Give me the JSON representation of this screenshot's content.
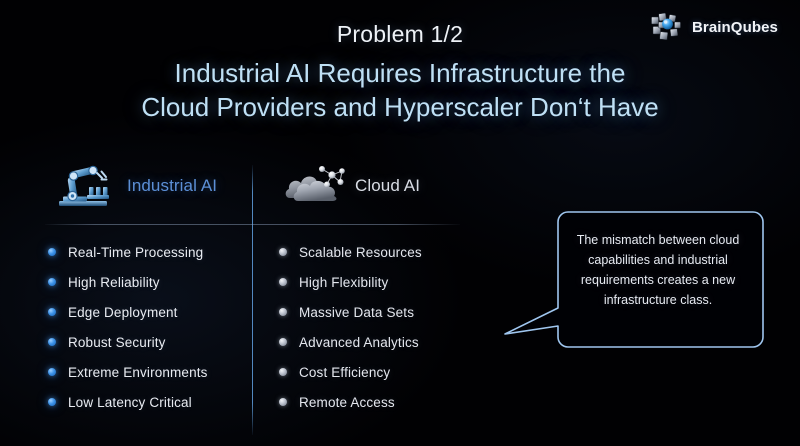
{
  "brand": {
    "name": "BrainQubes",
    "logo_icon": "cube-cluster-icon"
  },
  "header": {
    "kicker": "Problem 1/2",
    "headline_line1": "Industrial AI Requires Infrastructure the",
    "headline_line2": "Cloud Providers and Hyperscaler Don‘t Have"
  },
  "colors": {
    "background": "#010103",
    "headline": "#bfe0f5",
    "kicker": "#eef2f7",
    "industrial_accent": "#5c8fd6",
    "cloud_accent": "#d8dce4",
    "divider": "#609ede",
    "bubble_border": "#9fc6ef"
  },
  "columns": [
    {
      "id": "industrial-ai",
      "label": "Industrial AI",
      "icon": "robotic-arm-icon",
      "items": [
        "Real-Time Processing",
        "High Reliability",
        "Edge Deployment",
        "Robust Security",
        "Extreme Environments",
        "Low Latency Critical"
      ]
    },
    {
      "id": "cloud-ai",
      "label": "Cloud AI",
      "icon": "cloud-network-icon",
      "items": [
        "Scalable Resources",
        "High Flexibility",
        "Massive Data Sets",
        "Advanced Analytics",
        "Cost Efficiency",
        "Remote Access"
      ]
    }
  ],
  "callout": {
    "text": "The mismatch between cloud capabilities and industrial requirements creates a new infrastructure class."
  }
}
